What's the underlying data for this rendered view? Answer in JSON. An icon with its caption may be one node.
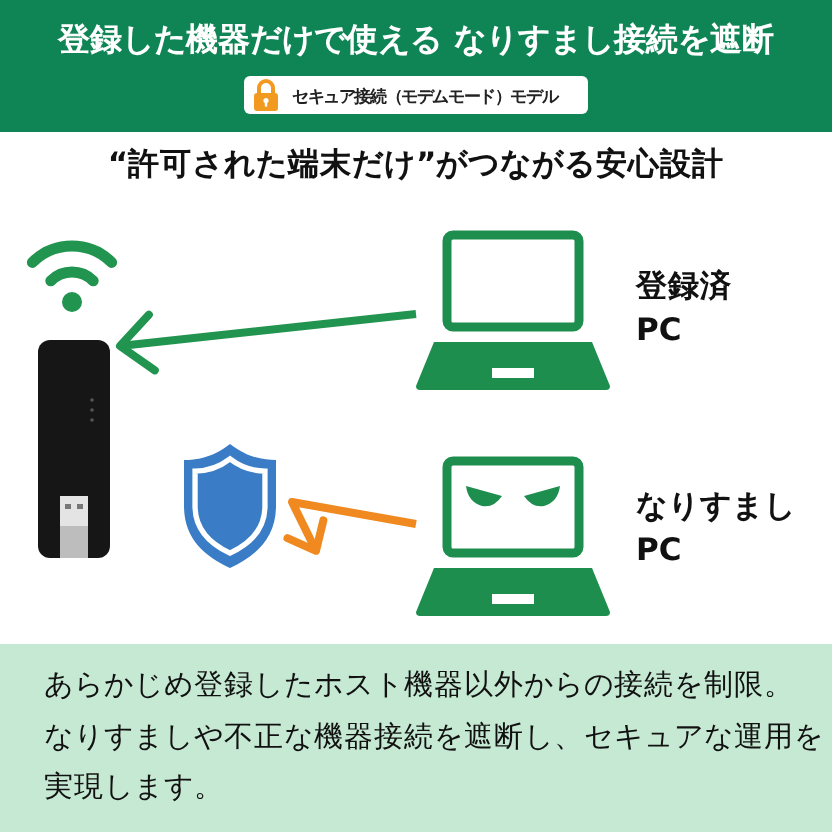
{
  "diagram": {
    "title": "登録した機器だけで使える なりすまし接続を遮断",
    "nodes": [
      {
        "text": [],
        "shape": "picture"
      },
      {
        "text": [],
        "shape": "picture",
        "beside": [
          "登録済PC"
        ]
      },
      {
        "text": [],
        "shape": "picture"
      },
      {
        "text": [],
        "shape": "picture",
        "beside": [
          "なりすましPC"
        ]
      }
    ],
    "edges": [
      {
        "from": 1,
        "to": 0,
        "arrow": "to",
        "color": "#21944f"
      },
      {
        "from": 3,
        "to": 2,
        "arrow": "to",
        "color": "#f0891f"
      }
    ],
    "labels": [
      "セキュア接続（モデムモード）モデル",
      "“許可された端末だけ”がつながる安心設計",
      "あらかじめ登録したホスト機器以外からの接続を制限。",
      "なりすましや不正な機器接続を遮断し、セキュアな運用を実現します。"
    ]
  }
}
